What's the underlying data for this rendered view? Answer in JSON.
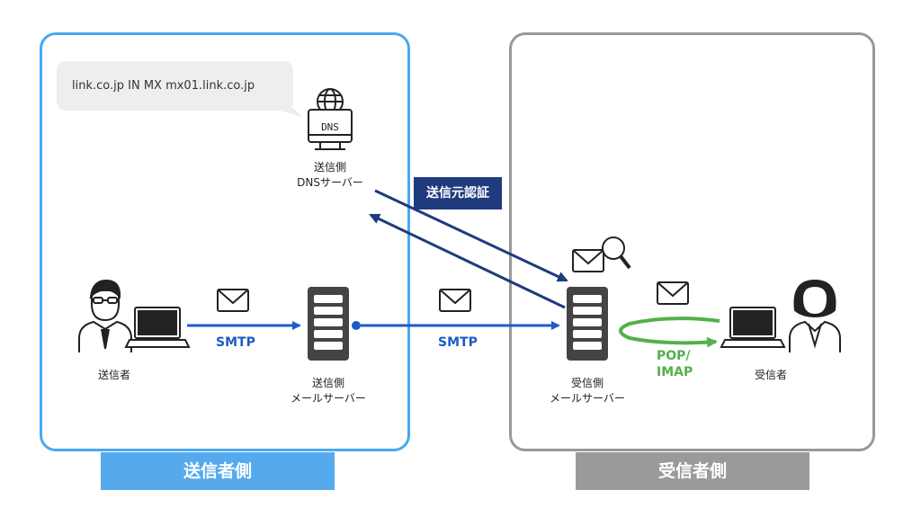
{
  "zones": {
    "sender_label": "送信者側",
    "receiver_label": "受信者側"
  },
  "dns_record": "link.co.jp IN MX mx01.link.co.jp",
  "dns_icon_text": "DNS",
  "nodes": {
    "sender_dns_line1": "送信側",
    "sender_dns_line2": "DNSサーバー",
    "sender_person": "送信者",
    "sender_mail_line1": "送信側",
    "sender_mail_line2": "メールサーバー",
    "receiver_mail_line1": "受信側",
    "receiver_mail_line2": "メールサーバー",
    "receiver_person": "受信者"
  },
  "protocols": {
    "smtp_client": "SMTP",
    "smtp_relay": "SMTP",
    "pop_line1": "POP/",
    "pop_line2": "IMAP",
    "sender_auth": "送信元認証"
  },
  "colors": {
    "sender_border": "#4aa8ee",
    "receiver_border": "#999999",
    "arrow_blue": "#1e5bc6",
    "arrow_navy": "#1f3b7e",
    "arrow_green": "#55b04a"
  }
}
